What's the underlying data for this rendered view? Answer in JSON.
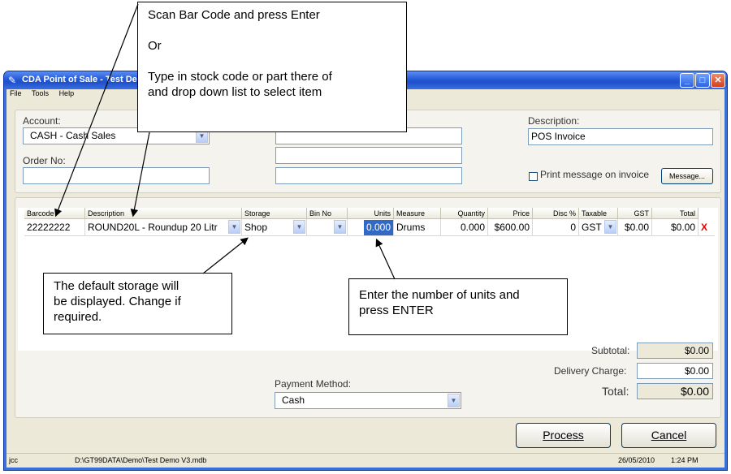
{
  "window": {
    "title": "CDA Point of Sale - Test Demo",
    "menu": [
      "File",
      "Tools",
      "Help"
    ]
  },
  "header": {
    "account_label": "Account:",
    "account_value": "CASH - Cash Sales",
    "order_no_label": "Order No:",
    "order_no_value": "",
    "description_label": "Description:",
    "description_value": "POS Invoice",
    "print_message_label": "Print message on invoice",
    "message_button": "Message..."
  },
  "grid": {
    "columns": [
      "Barcode",
      "Description",
      "Storage",
      "Bin No",
      "Units",
      "Measure",
      "Quantity",
      "Price",
      "Disc %",
      "Taxable",
      "GST",
      "Total"
    ],
    "row": {
      "barcode": "22222222",
      "description": "ROUND20L - Roundup 20 Litr",
      "storage": "Shop",
      "bin_no": "",
      "units": "0.000",
      "measure": "Drums",
      "quantity": "0.000",
      "price": "$600.00",
      "disc": "0",
      "taxable": "GST",
      "gst": "$0.00",
      "total": "$0.00",
      "delete": "X"
    }
  },
  "totals": {
    "subtotal_label": "Subtotal:",
    "subtotal_value": "$0.00",
    "delivery_label": "Delivery Charge:",
    "delivery_value": "$0.00",
    "total_label": "Total:",
    "total_value": "$0.00"
  },
  "payment": {
    "label": "Payment Method:",
    "value": "Cash"
  },
  "buttons": {
    "process": "Process",
    "cancel": "Cancel"
  },
  "status": {
    "user": "jcc",
    "path": "D:\\GT99DATA\\Demo\\Test Demo V3.mdb",
    "date": "26/05/2010",
    "time": "1:24 PM"
  },
  "callouts": {
    "scan_line1": "Scan Bar Code and press Enter",
    "scan_line2": "Or",
    "scan_line3": "Type in stock code or part there of",
    "scan_line4": "and drop down list to select item",
    "storage_line1": "The default storage will",
    "storage_line2": "be displayed. Change if",
    "storage_line3": "required.",
    "units_line1": "Enter the number of units and",
    "units_line2": "press ENTER"
  },
  "colors": {
    "titlebar": "#2458d6",
    "panel": "#ece9d8",
    "selection": "#316ac5",
    "delete": "#e00000"
  }
}
